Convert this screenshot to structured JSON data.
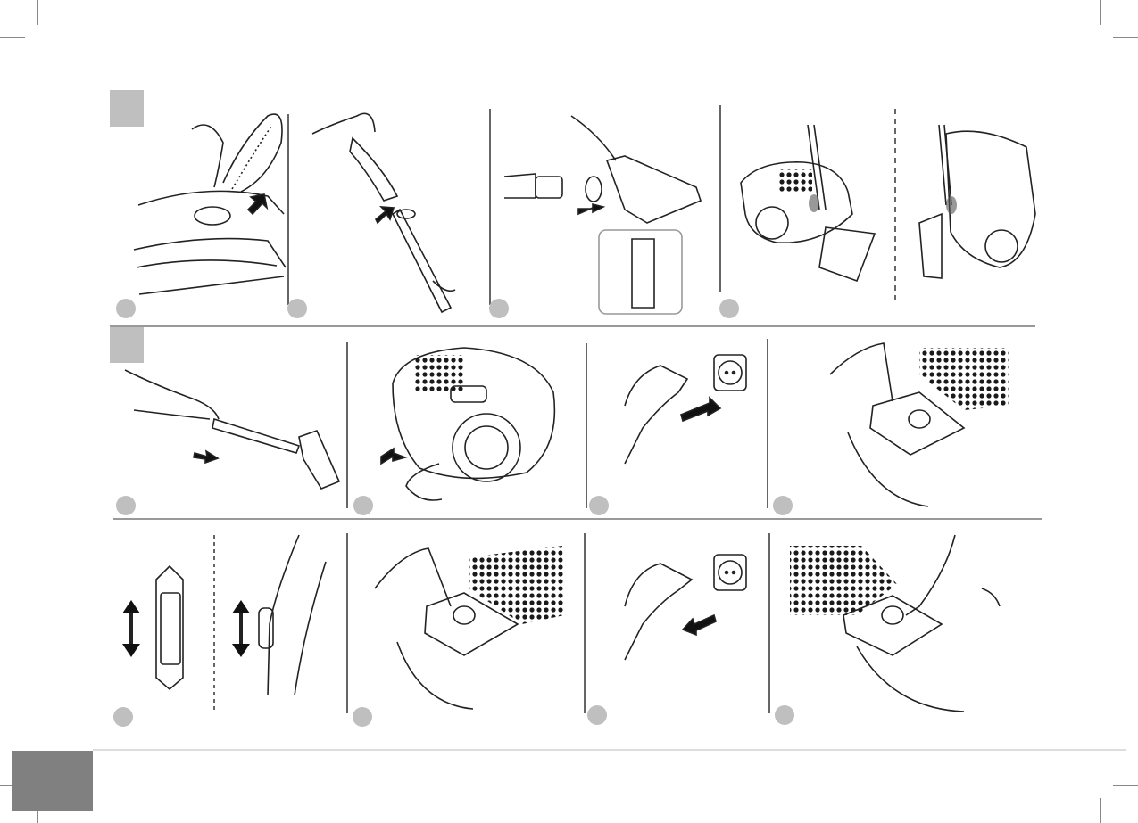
{
  "page": {
    "background_color": "#ffffff",
    "line_color": "#222222",
    "badge_color": "#bfbfbf",
    "section_marker_color": "#bfbfbf",
    "footer_block_color": "#808080"
  },
  "sections": [
    {
      "id": "section-a",
      "marker_icon": "grey-square-marker",
      "steps": [
        {
          "icon": "hose-connect-to-vacuum-illustration"
        },
        {
          "icon": "telescopic-tube-attach-illustration"
        },
        {
          "icon": "floor-nozzle-attach-illustration",
          "inset_icon": "crevice-tool-inset"
        },
        {
          "icon": "tube-parking-storage-illustration"
        }
      ]
    },
    {
      "id": "section-b",
      "marker_icon": "grey-square-marker",
      "steps": [
        {
          "icon": "vacuuming-with-tube-illustration"
        },
        {
          "icon": "pull-out-power-cord-illustration"
        },
        {
          "icon": "plug-into-socket-illustration"
        },
        {
          "icon": "press-power-button-illustration"
        }
      ]
    },
    {
      "id": "section-c",
      "steps": [
        {
          "icon": "suction-slider-adjust-illustration"
        },
        {
          "icon": "press-power-button-off-illustration"
        },
        {
          "icon": "unplug-from-socket-illustration"
        },
        {
          "icon": "press-cord-rewind-button-illustration"
        }
      ]
    }
  ]
}
